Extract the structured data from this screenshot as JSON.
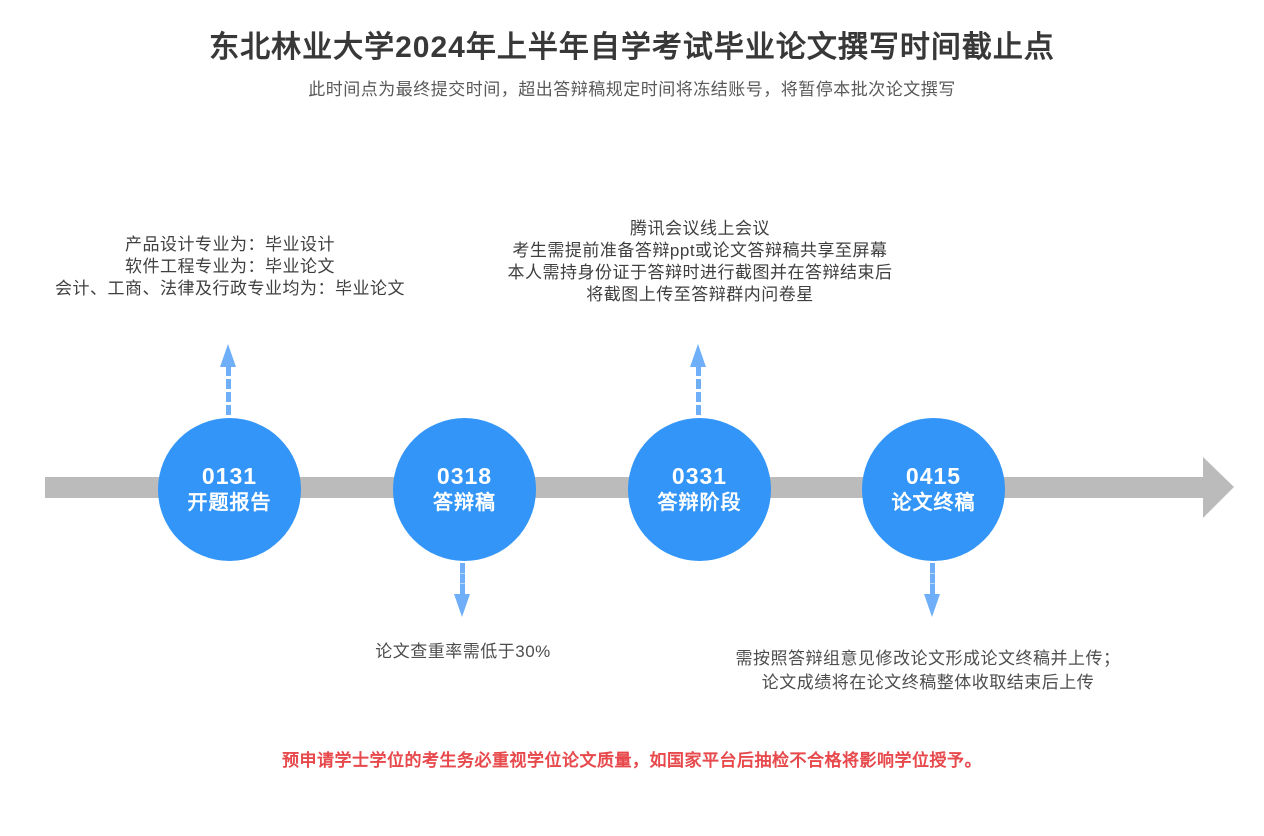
{
  "page": {
    "title": "东北林业大学2024年上半年自学考试毕业论文撰写时间截止点",
    "subtitle": "此时间点为最终提交时间，超出答辩稿规定时间将冻结账号，将暂停本批次论文撰写",
    "footer_warning": "预申请学士学位的考生务必重视学位论文质量，如国家平台后抽检不合格将影响学位授予。"
  },
  "timeline": {
    "direction": "left-to-right-arrow",
    "nodes": [
      {
        "date": "0131",
        "label": "开题报告"
      },
      {
        "date": "0318",
        "label": "答辩稿"
      },
      {
        "date": "0331",
        "label": "答辩阶段"
      },
      {
        "date": "0415",
        "label": "论文终稿"
      }
    ]
  },
  "annotations": {
    "above_node1": {
      "lines": [
        "产品设计专业为：毕业设计",
        "软件工程专业为：毕业论文",
        "会计、工商、法律及行政专业均为：毕业论文"
      ]
    },
    "above_node3": {
      "lines": [
        "腾讯会议线上会议",
        "考生需提前准备答辩ppt或论文答辩稿共享至屏幕",
        "本人需持身份证于答辩时进行截图并在答辩结束后",
        "将截图上传至答辩群内问卷星"
      ]
    },
    "below_node2": {
      "lines": [
        "论文查重率需低于30%"
      ]
    },
    "below_node4": {
      "lines": [
        "需按照答辩组意见修改论文形成论文终稿并上传；",
        "论文成绩将在论文终稿整体收取结束后上传"
      ]
    }
  },
  "colors": {
    "accent": "#3295F7",
    "accent-light": "#6FAFF9",
    "axis": "#BBBBBB",
    "ink": "#3F3F3F",
    "ink-mid": "#4D4D4D",
    "ink-soft": "#595959",
    "ink-strong": "#383838",
    "warning": "#E7494C"
  }
}
